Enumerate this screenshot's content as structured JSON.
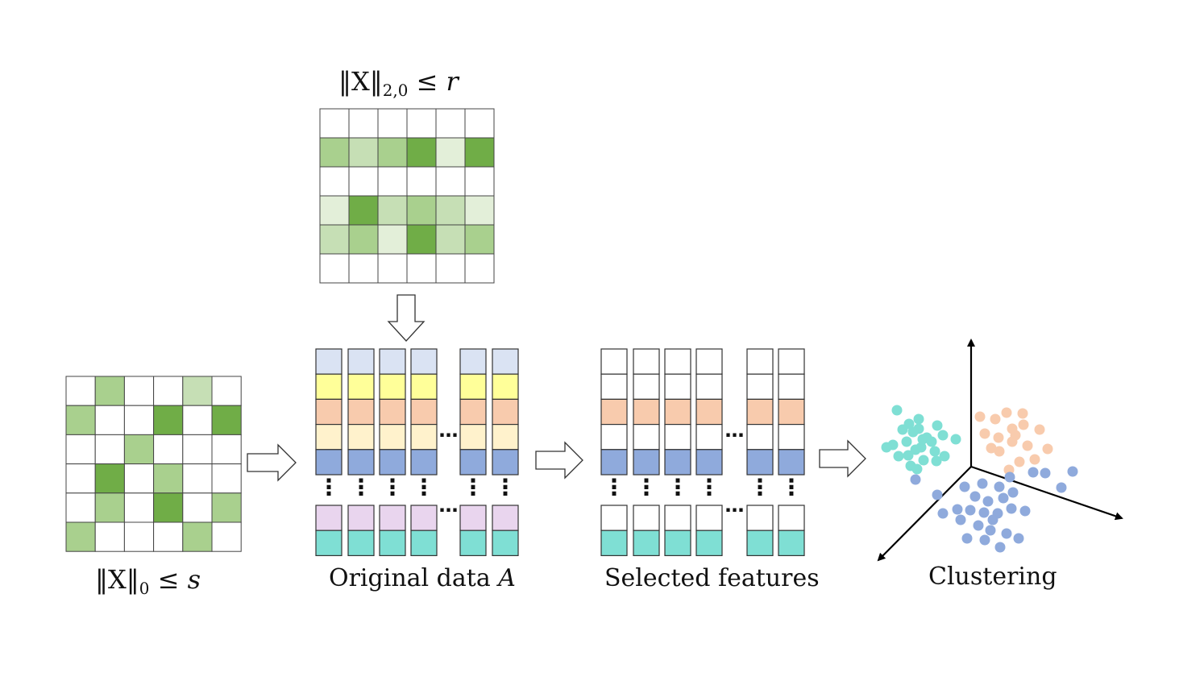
{
  "labels": {
    "top_constraint": {
      "norm": "‖X‖",
      "sub": "2,0",
      "rest": " ≤ r"
    },
    "left_constraint": {
      "norm": "‖X‖",
      "sub": "0",
      "rest": " ≤ s"
    },
    "original_data": {
      "text": "Original data ",
      "var": "A"
    },
    "selected_features": "Selected features",
    "clustering": "Clustering",
    "ellipsis": "⋯",
    "vdots": "⋮"
  },
  "colors": {
    "green_light": "#e3efd9",
    "green_mid_light": "#c6dfb5",
    "green_mid": "#a9d08e",
    "green_dark": "#70ad47",
    "blue_light": "#dae3f3",
    "yellow": "#ffff99",
    "orange": "#f8cbad",
    "cream": "#fff2cc",
    "blue": "#8faadc",
    "lavender": "#e9d5ee",
    "teal": "#7fdfd4",
    "cluster_teal": "#7fdfd4",
    "cluster_orange": "#f8cbad",
    "cluster_blue": "#8faadc"
  },
  "top_matrix": [
    [
      "w",
      "w",
      "w",
      "w",
      "w",
      "w"
    ],
    [
      "m",
      "ml",
      "m",
      "d",
      "l",
      "d"
    ],
    [
      "w",
      "w",
      "w",
      "w",
      "w",
      "w"
    ],
    [
      "l",
      "d",
      "ml",
      "m",
      "ml",
      "l"
    ],
    [
      "ml",
      "m",
      "l",
      "d",
      "ml",
      "m"
    ],
    [
      "w",
      "w",
      "w",
      "w",
      "w",
      "w"
    ]
  ],
  "left_matrix": [
    [
      "w",
      "m",
      "w",
      "w",
      "ml",
      "w"
    ],
    [
      "m",
      "w",
      "w",
      "d",
      "w",
      "d"
    ],
    [
      "w",
      "w",
      "m",
      "w",
      "w",
      "w"
    ],
    [
      "w",
      "d",
      "w",
      "m",
      "w",
      "w"
    ],
    [
      "w",
      "m",
      "w",
      "d",
      "w",
      "m"
    ],
    [
      "m",
      "w",
      "w",
      "w",
      "m",
      "w"
    ]
  ],
  "original_columns": {
    "top_rows": [
      "blue_light",
      "yellow",
      "orange",
      "cream",
      "blue"
    ],
    "bottom_rows": [
      "lavender",
      "teal"
    ]
  },
  "selected_columns": {
    "top_rows": [
      "white",
      "white",
      "orange",
      "white",
      "blue"
    ],
    "bottom_rows": [
      "white",
      "teal"
    ]
  }
}
